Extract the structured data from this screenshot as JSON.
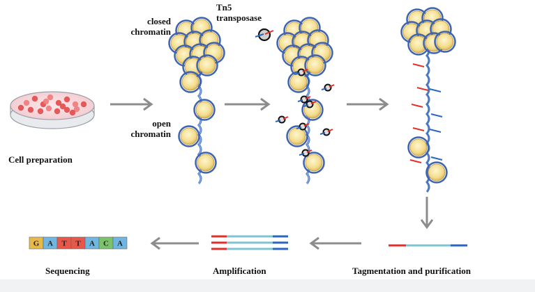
{
  "labels": {
    "closed_chromatin": "closed\nchromatin",
    "tn5": "Tn5\ntransposase",
    "open_chromatin": "open\nchromatin",
    "cell_preparation": "Cell preparation",
    "sequencing": "Sequencing",
    "amplification": "Amplification",
    "tagmentation": "Tagmentation and purification"
  },
  "sequence": [
    "G",
    "A",
    "T",
    "T",
    "A",
    "C",
    "A"
  ],
  "colors": {
    "arrow": "#8c8c8c",
    "dna": "#4a78c8",
    "nucleosome_fill": "#f3dc8c",
    "adapter_red": "#e0302a",
    "adapter_blue": "#2a66c0",
    "fragment": "#7fc3d0",
    "cell": "#e24a4a",
    "dish": "#f5d5d8"
  }
}
